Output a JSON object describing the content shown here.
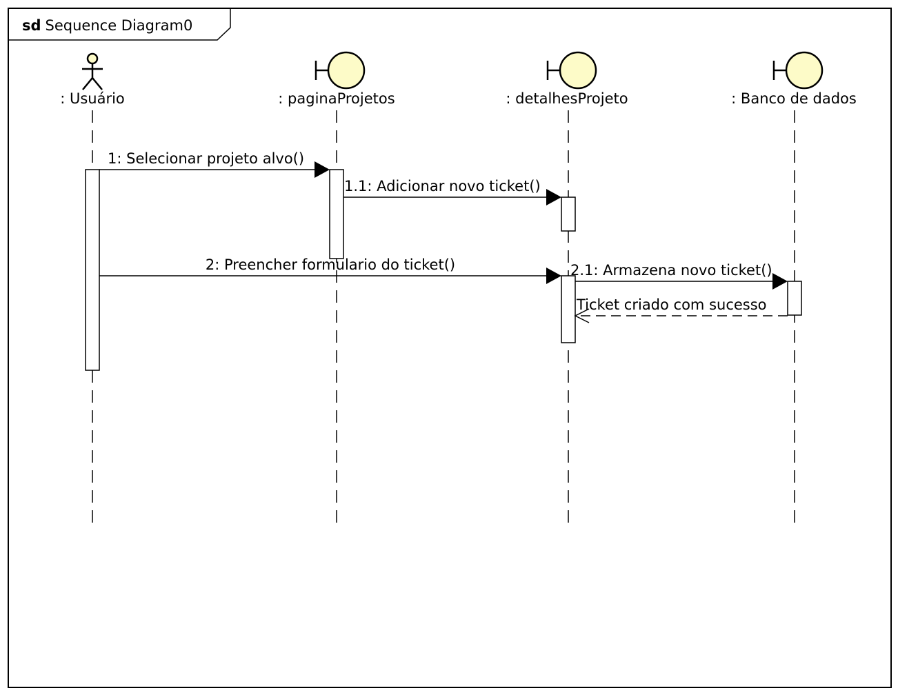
{
  "frame": {
    "keyword": "sd",
    "name": "Sequence Diagram0"
  },
  "lifelines": [
    {
      "id": "usuario",
      "kind": "actor",
      "label": ": Usuário"
    },
    {
      "id": "paginaProjetos",
      "kind": "boundary",
      "label": ": paginaProjetos"
    },
    {
      "id": "detalhesProjeto",
      "kind": "boundary",
      "label": ": detalhesProjeto"
    },
    {
      "id": "banco",
      "kind": "boundary",
      "label": ": Banco de dados"
    }
  ],
  "messages": [
    {
      "label": "1: Selecionar projeto alvo()",
      "from": "usuario",
      "to": "paginaProjetos",
      "kind": "sync"
    },
    {
      "label": "1.1: Adicionar novo ticket()",
      "from": "paginaProjetos",
      "to": "detalhesProjeto",
      "kind": "sync"
    },
    {
      "label": "2: Preencher formulario do ticket()",
      "from": "usuario",
      "to": "detalhesProjeto",
      "kind": "sync"
    },
    {
      "label": "2.1: Armazena novo ticket()",
      "from": "detalhesProjeto",
      "to": "banco",
      "kind": "sync"
    },
    {
      "label": "Ticket criado com sucesso",
      "from": "banco",
      "to": "detalhesProjeto",
      "kind": "return"
    }
  ],
  "colors": {
    "symbol_fill": "#fdfbc8",
    "line": "#000000",
    "background": "#ffffff"
  }
}
